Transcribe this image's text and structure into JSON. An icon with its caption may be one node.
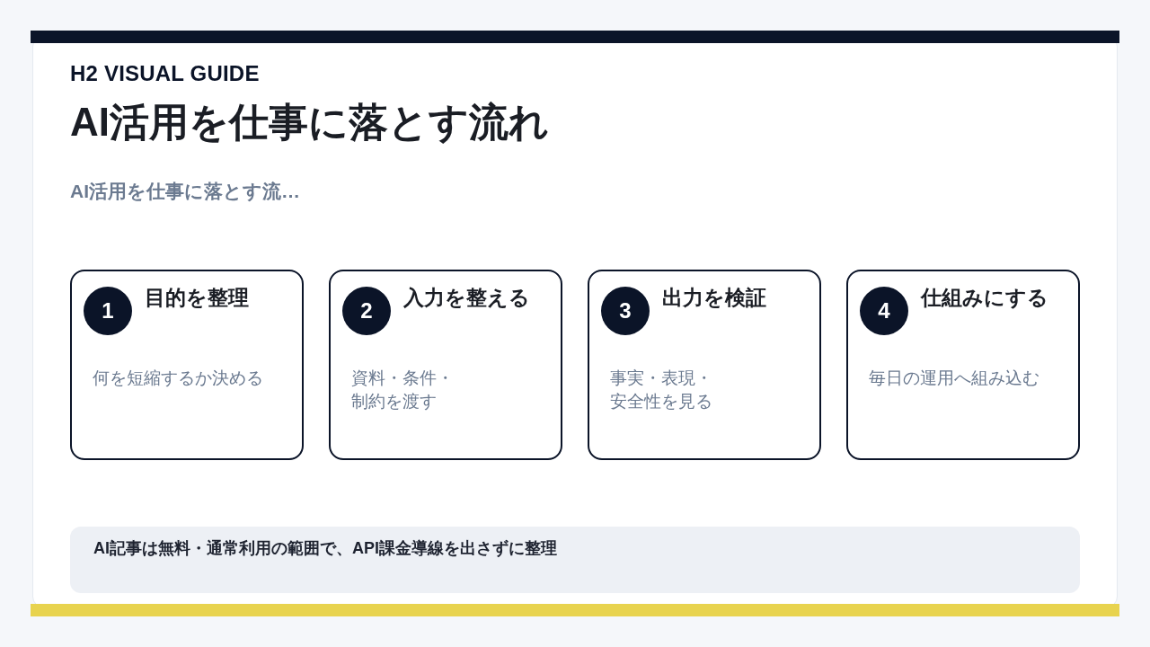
{
  "diagram": {
    "title": "AI活用を仕事に落とす流れ",
    "nodes": [
      {
        "text": [
          "目的を整理",
          "何を短縮するか決める"
        ]
      },
      {
        "text": [
          "1"
        ],
        "in": 0
      },
      {
        "text": [
          "入力を整える",
          "資料・条件・制約を渡す"
        ]
      },
      {
        "text": [
          "2"
        ],
        "in": 2
      },
      {
        "text": [
          "出力を検証",
          "事実・表現・安全性を見る"
        ]
      },
      {
        "text": [
          "3"
        ],
        "in": 4
      },
      {
        "text": [
          "仕組みにする",
          "毎日の運用へ組み込む"
        ]
      },
      {
        "text": [
          "4"
        ],
        "in": 6
      },
      {
        "text": [
          "AI記事は無料・通常利用の範囲で、API課金導線を出さずに整理"
        ]
      }
    ],
    "labels": [
      "H2 VISUAL GUIDE",
      "AI活用を仕事に落とす流…"
    ]
  }
}
